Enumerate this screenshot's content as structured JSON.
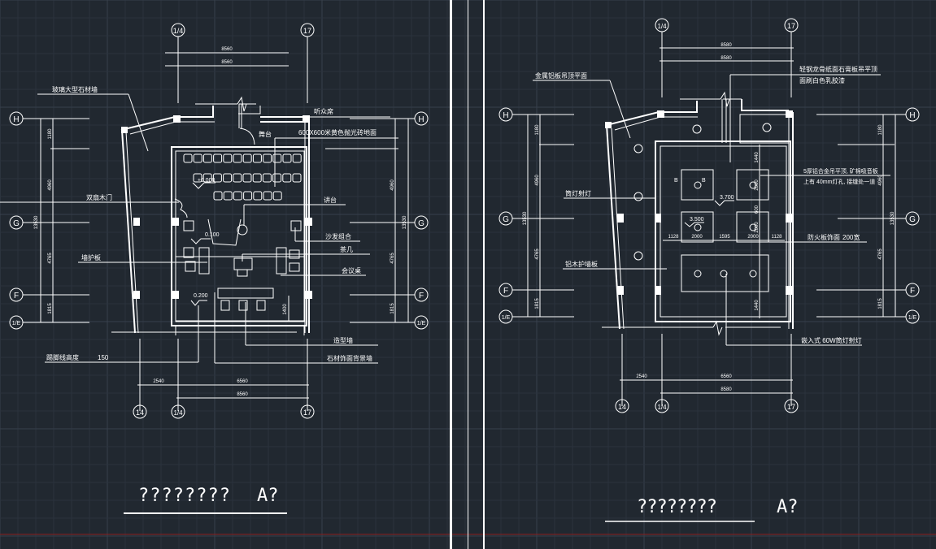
{
  "app": {
    "background": "#212830",
    "grid_color": "#2c3440",
    "line_color": "#ffffff",
    "limit_line_color": "#8a2020"
  },
  "sheets": [
    {
      "id": "left",
      "title": "????????",
      "title_suffix": "A?",
      "axes_top": [
        "1/4",
        "17"
      ],
      "axes_bottom": [
        "14",
        "1/4",
        "17"
      ],
      "axes_rows": [
        "H",
        "G",
        "F",
        "1/E"
      ],
      "dims_top": [
        "8560",
        "8560"
      ],
      "dims_bottom": [
        "2540",
        "6560",
        "8560"
      ],
      "dims_left": [
        "1180",
        "4960",
        "13530",
        "4765",
        "1815"
      ],
      "dims_right": [
        "1180",
        "4960",
        "13530",
        "4765",
        "1815"
      ],
      "elevations": [
        "±0.000",
        "0.100",
        "0.200"
      ],
      "dim_inner": "1400",
      "labels": {
        "curtain_wall": "玻璃大型石材墙",
        "hall_top": "听众席",
        "stage": "舞台",
        "floor_tile": "600X600米黄色抛光砖地面",
        "fire_door": "双扇木门",
        "podium": "讲台",
        "sofa": "沙发组合",
        "tea_table": "茶几",
        "office_desk": "会议桌",
        "wall_guard": "墙护板",
        "skirting": "踢脚线高度",
        "skirting_value": "150",
        "wood_panel": "造型墙",
        "stone_wall": "石材饰面背景墙"
      }
    },
    {
      "id": "right",
      "title": "????????",
      "title_suffix": "A?",
      "axes_top": [
        "1/4",
        "17"
      ],
      "axes_bottom": [
        "14",
        "1/4",
        "17"
      ],
      "axes_rows": [
        "H",
        "G",
        "F",
        "1/E"
      ],
      "dims_top": [
        "8580",
        "8580"
      ],
      "dims_bottom": [
        "2540",
        "6560",
        "8580"
      ],
      "dims_left": [
        "1180",
        "4960",
        "13530",
        "4765",
        "1815"
      ],
      "dims_right": [
        "1180",
        "4960",
        "13530",
        "4765",
        "1815"
      ],
      "elevations": [
        "3.700",
        "3.500"
      ],
      "section_marks": [
        "B",
        "B"
      ],
      "dims_ceiling_h": [
        "1128",
        "2000",
        "1595",
        "2000",
        "1128"
      ],
      "dims_ceiling_v": [
        "1440",
        "2000",
        "600",
        "2000",
        "1440"
      ],
      "labels": {
        "ceiling_left": "金属铝板吊顶平面",
        "ceiling_top_1": "轻钢龙骨纸面石膏板吊平顶",
        "ceiling_top_2": "面刷白色乳胶漆",
        "downlight": "筒灯射灯",
        "spec_1": "5厚铝合金吊平顶, 矿棉吸音板",
        "spec_2": "上有 40mm灯孔, 接缝处一道",
        "wood_strip": "防火板饰面",
        "wood_strip_value": "200宽",
        "wall_panel": "铝木护墙板",
        "light": "嵌入式 60W筒灯射灯"
      }
    }
  ]
}
